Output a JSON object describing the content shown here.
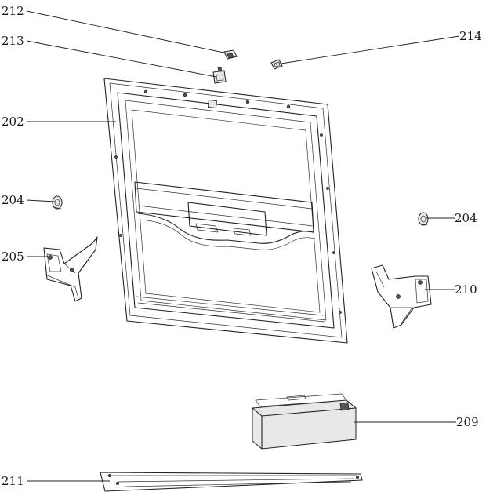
{
  "callouts": [
    {
      "id": "c212",
      "label": "212"
    },
    {
      "id": "c213",
      "label": "213"
    },
    {
      "id": "c214",
      "label": "214"
    },
    {
      "id": "c202",
      "label": "202"
    },
    {
      "id": "c204l",
      "label": "204"
    },
    {
      "id": "c204r",
      "label": "204"
    },
    {
      "id": "c205",
      "label": "205"
    },
    {
      "id": "c210",
      "label": "210"
    },
    {
      "id": "c209",
      "label": "209"
    },
    {
      "id": "c211",
      "label": "211"
    }
  ]
}
